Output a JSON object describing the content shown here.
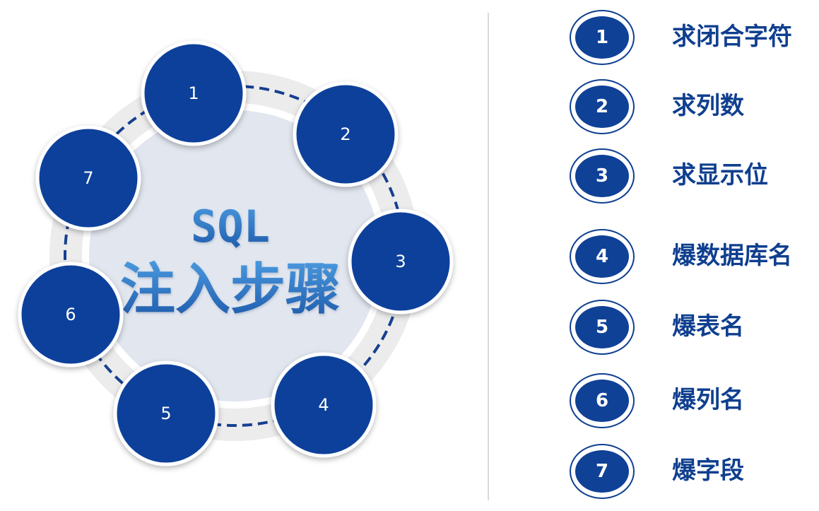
{
  "center": {
    "line1": "SQL",
    "line2": "注入步骤"
  },
  "nodes": [
    "1",
    "2",
    "3",
    "4",
    "5",
    "6",
    "7"
  ],
  "steps": [
    {
      "number": "1",
      "label": "求闭合字符"
    },
    {
      "number": "2",
      "label": "求列数"
    },
    {
      "number": "3",
      "label": "求显示位"
    },
    {
      "number": "4",
      "label": "爆数据库名"
    },
    {
      "number": "5",
      "label": "爆表名"
    },
    {
      "number": "6",
      "label": "爆列名"
    },
    {
      "number": "7",
      "label": "爆字段"
    }
  ],
  "colors": {
    "node_fill": "#0d419b",
    "node_stroke": "#ffffff",
    "ring": "#ececec",
    "inner_disc": "#e1e6ef",
    "dash": "#163f90",
    "center_text_top": "#3f90d8",
    "center_text_bottom": "#1f5eae",
    "label_text": "#0f3f8f"
  }
}
